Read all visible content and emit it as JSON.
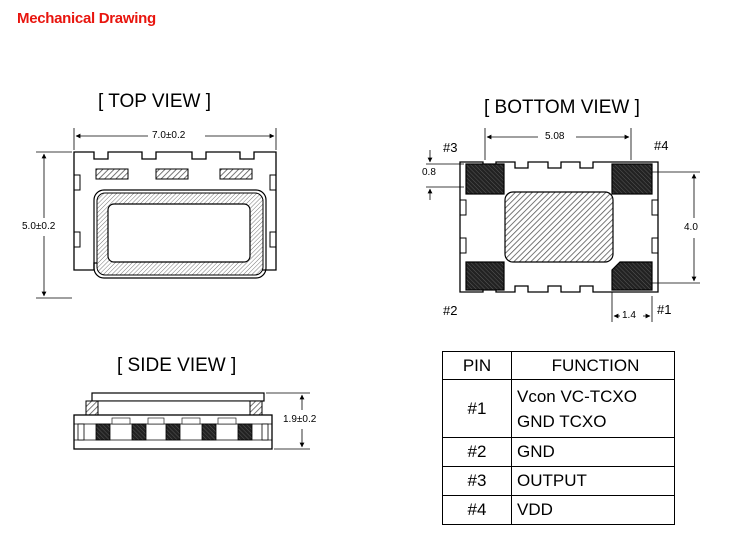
{
  "heading": "Mechanical Drawing",
  "top_view": {
    "title": "[ TOP  VIEW ]",
    "width_dim": "7.0±0.2",
    "height_dim": "5.0±0.2"
  },
  "bottom_view": {
    "title": "[ BOTTOM  VIEW ]",
    "pad_pitch": "5.08",
    "pad_height": "0.8",
    "row_pitch": "4.0",
    "pad_width": "1.4",
    "pin_labels": {
      "p1": "#1",
      "p2": "#2",
      "p3": "#3",
      "p4": "#4"
    }
  },
  "side_view": {
    "title": "[ SIDE  VIEW ]",
    "height_dim": "1.9±0.2"
  },
  "pin_table": {
    "header": {
      "pin": "PIN",
      "function": "FUNCTION"
    },
    "rows": [
      {
        "pin": "#1",
        "function_lines": [
          "Vcon  VC-TCXO",
          "GND  TCXO"
        ]
      },
      {
        "pin": "#2",
        "function": "GND"
      },
      {
        "pin": "#3",
        "function": "OUTPUT"
      },
      {
        "pin": "#4",
        "function": "VDD"
      }
    ]
  }
}
